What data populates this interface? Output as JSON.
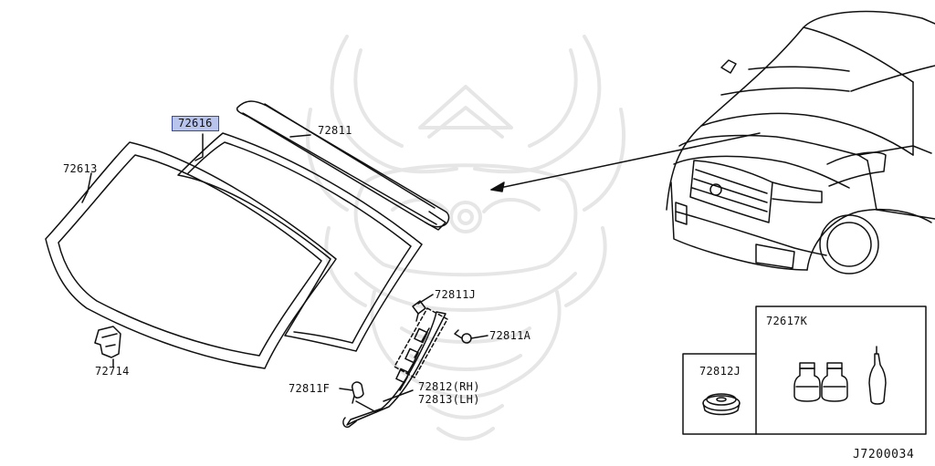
{
  "parts": {
    "p72616": "72616",
    "p72613": "72613",
    "p72811": "72811",
    "p72811J": "72811J",
    "p72811A": "72811A",
    "p72811F": "72811F",
    "p72812": "72812(RH)",
    "p72813": "72813(LH)",
    "p72714": "72714",
    "p72617K": "72617K",
    "p72812J": "72812J"
  },
  "diagram_code": "J7200034",
  "colors": {
    "line": "#111111",
    "highlight_fill": "#b8c4ec",
    "highlight_border": "#3a4aa0",
    "watermark": "#e6e6e6"
  },
  "icons": {
    "watermark": "samurai-helmet-watermark"
  }
}
